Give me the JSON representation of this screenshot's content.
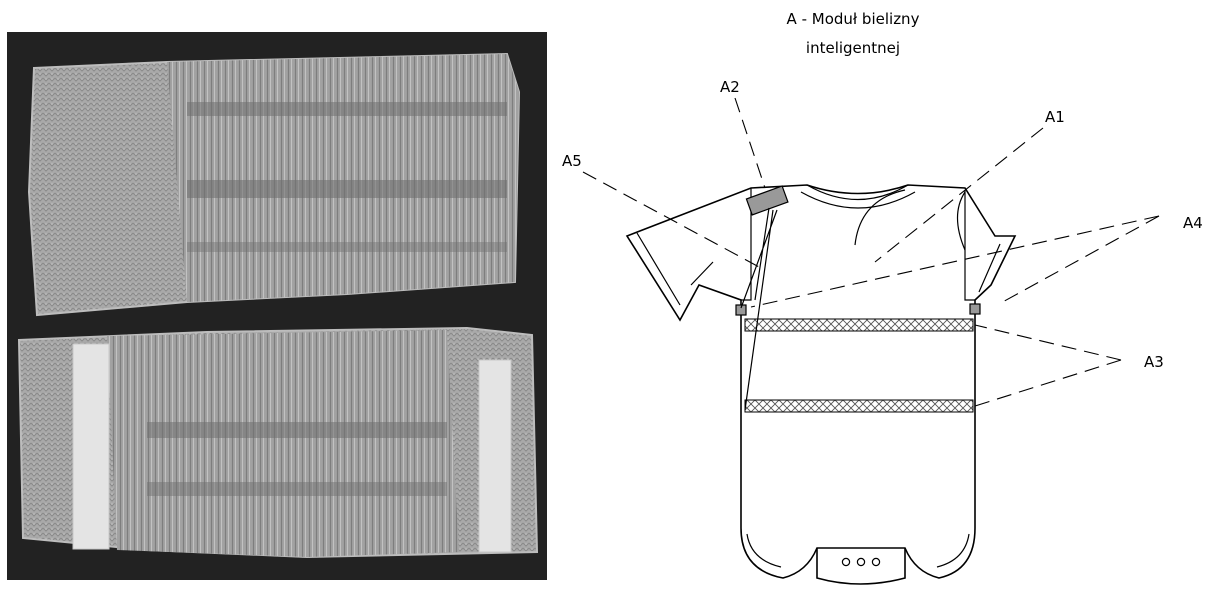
{
  "figure": {
    "title_line1": "A - Moduł bielizny",
    "title_line2": "inteligentnej",
    "labels": {
      "a1": "A1",
      "a2": "A2",
      "a3": "A3",
      "a4": "A4",
      "a5": "A5"
    }
  },
  "colors": {
    "photo_background": "#222222",
    "fabric": "#a9a9a9",
    "fabric_stripe": "#707070",
    "velcro": "#e4e4e4",
    "module_fill": "#999999",
    "band_hatch": "#555555",
    "line": "#000000"
  }
}
